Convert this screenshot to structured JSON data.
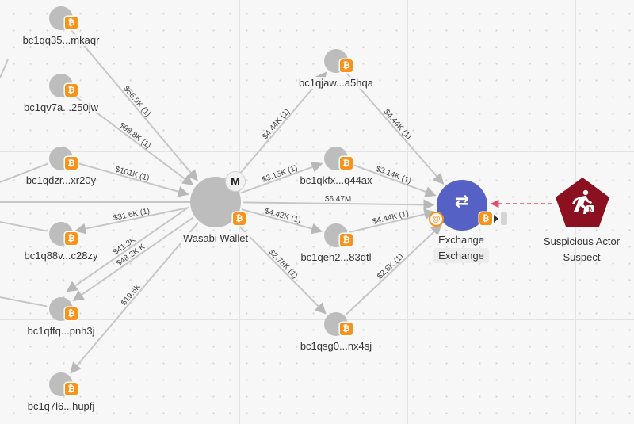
{
  "colors": {
    "btc_orange": "#f7931a",
    "exchange_blue": "#5561c4",
    "suspect_red": "#8b1020",
    "address_gray": "#bdbdbd",
    "edge_gray": "#c6c6c6",
    "suspect_link": "#e0506a"
  },
  "icons": {
    "bitcoin": "bitcoin-icon",
    "mixer_badge": "M",
    "exchange": "exchange-arrows-icon",
    "suspect": "running-person-icon"
  },
  "wasabi": {
    "name": "Wasabi Wallet",
    "badge": "M"
  },
  "exchange": {
    "name": "Exchange",
    "category": "Exchange"
  },
  "suspect": {
    "name": "Suspicious Actor",
    "category": "Suspect"
  },
  "left_addresses": [
    {
      "id": "l1",
      "label": "bc1qq35...mkaqr"
    },
    {
      "id": "l2",
      "label": "bc1qv7a...250jw"
    },
    {
      "id": "l3",
      "label": "bc1qdzr...xr20y"
    },
    {
      "id": "l4",
      "label": "bc1q88v...c28zy"
    },
    {
      "id": "l5",
      "label": "bc1qffq...pnh3j"
    },
    {
      "id": "l6",
      "label": "bc1q7l6...hupfj"
    }
  ],
  "right_addresses": [
    {
      "id": "r1",
      "label": "bc1qjaw...a5hqa"
    },
    {
      "id": "r2",
      "label": "bc1qkfx...q44ax"
    },
    {
      "id": "r3",
      "label": "bc1qeh2...83qtl"
    },
    {
      "id": "r4",
      "label": "bc1qsg0...nx4sj"
    }
  ],
  "edges": [
    {
      "from": "l1",
      "to": "wasabi",
      "label": "$56.9K (1)"
    },
    {
      "from": "l2",
      "to": "wasabi",
      "label": "$98.8K (1)"
    },
    {
      "from": "l3",
      "to": "wasabi",
      "label": "$101K (1)"
    },
    {
      "from": "wasabi",
      "to": "l4",
      "label": "$31.6K (1)"
    },
    {
      "from": "wasabi",
      "to": "l5",
      "label": "$48.2K K"
    },
    {
      "from": "wasabi",
      "to": "l5",
      "label": "$41.3K"
    },
    {
      "from": "wasabi",
      "to": "l6",
      "label": "$19.6K"
    },
    {
      "from": "wasabi",
      "to": "r1",
      "label": "$4.44K (1)"
    },
    {
      "from": "wasabi",
      "to": "r2",
      "label": "$3.15K (1)"
    },
    {
      "from": "wasabi",
      "to": "r3",
      "label": "$4.42K (1)"
    },
    {
      "from": "wasabi",
      "to": "r4",
      "label": "$2.78K (1)"
    },
    {
      "from": "wasabi",
      "to": "exchange",
      "label": "$6.47M"
    },
    {
      "from": "r1",
      "to": "exchange",
      "label": "$4.44K (1)"
    },
    {
      "from": "r2",
      "to": "exchange",
      "label": "$3.14K (1)"
    },
    {
      "from": "r3",
      "to": "exchange",
      "label": "$4.44K (1)"
    },
    {
      "from": "r4",
      "to": "exchange",
      "label": "$2.8K (1)"
    }
  ]
}
